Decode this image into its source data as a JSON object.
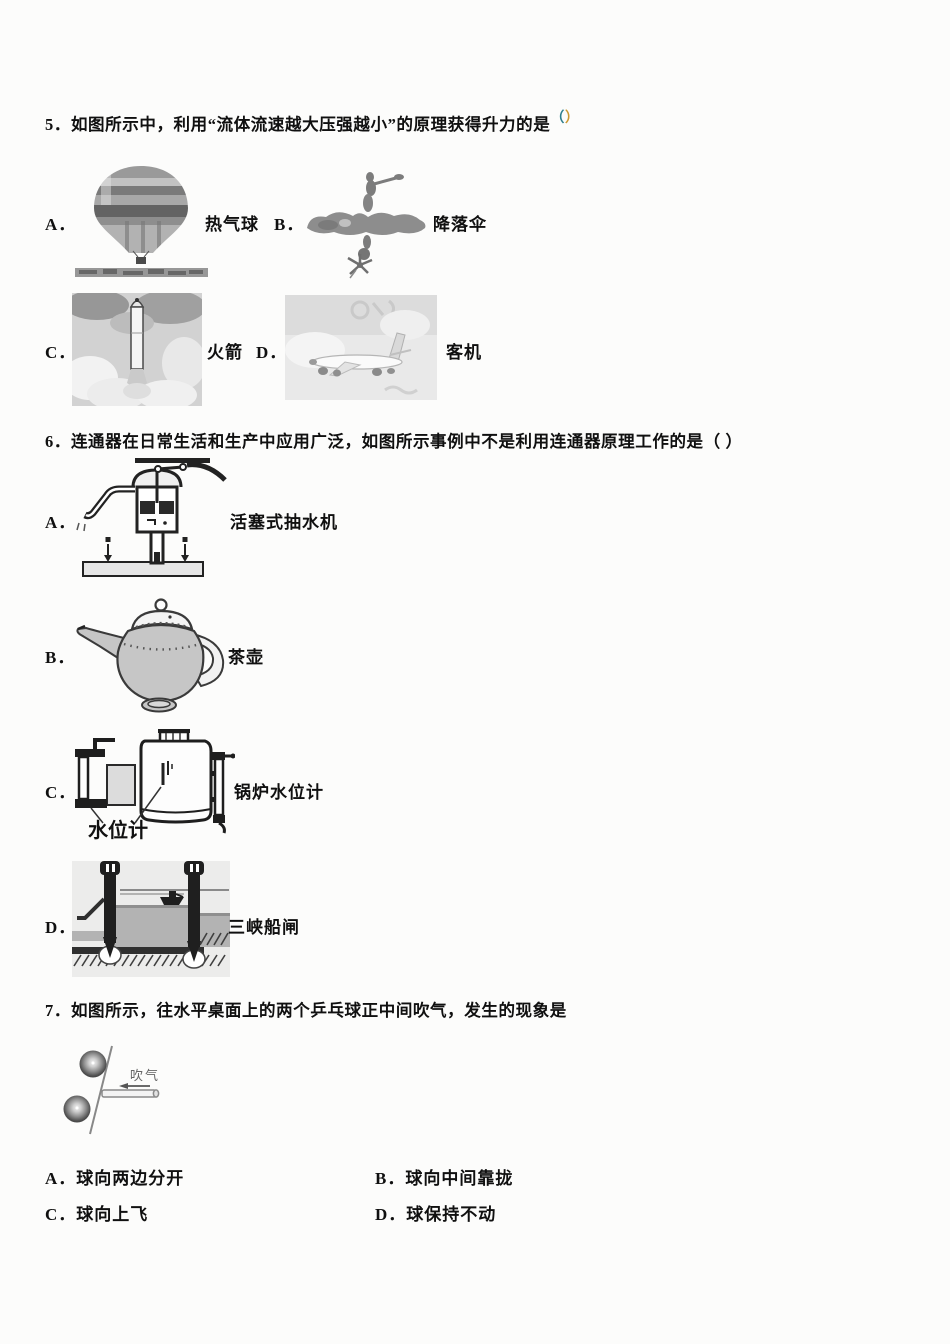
{
  "colors": {
    "paren_left": "#2e7f8e",
    "paren_right": "#cc9933",
    "ink": "#101010"
  },
  "q5": {
    "number": "5．",
    "text": "如图所示中，利用“流体流速越大压强越小”的原理获得升力的是",
    "paren_left": "（",
    "paren_right": "）",
    "options": [
      {
        "key": "A．",
        "label": "热气球",
        "figure": "hot-air-balloon"
      },
      {
        "key": "B．",
        "label": "降落伞",
        "figure": "parachute"
      },
      {
        "key": "C．",
        "label": "火箭",
        "figure": "rocket"
      },
      {
        "key": "D．",
        "label": "客机",
        "figure": "airliner"
      }
    ]
  },
  "q6": {
    "number": "6．",
    "text": "连通器在日常生活和生产中应用广泛，如图所示事例中不是利用连通器原理工作的是（ ）",
    "options": [
      {
        "key": "A．",
        "label": "活塞式抽水机",
        "figure": "piston-water-pump"
      },
      {
        "key": "B．",
        "label": "茶壶",
        "figure": "teapot"
      },
      {
        "key": "C．",
        "label": "锅炉水位计",
        "figure": "boiler-water-level-gauge",
        "figure_caption": "水位计"
      },
      {
        "key": "D．",
        "label": "三峡船闸",
        "figure": "three-gorges-ship-lock"
      }
    ]
  },
  "q7": {
    "number": "7．",
    "text": "如图所示，往水平桌面上的两个乒乓球正中间吹气，发生的现象是",
    "figure": "two-ping-pong-balls-blowing",
    "figure_label": "吹气",
    "options": [
      {
        "key": "A．",
        "label": "球向两边分开"
      },
      {
        "key": "B．",
        "label": "球向中间靠拢"
      },
      {
        "key": "C．",
        "label": "球向上飞"
      },
      {
        "key": "D．",
        "label": "球保持不动"
      }
    ]
  }
}
